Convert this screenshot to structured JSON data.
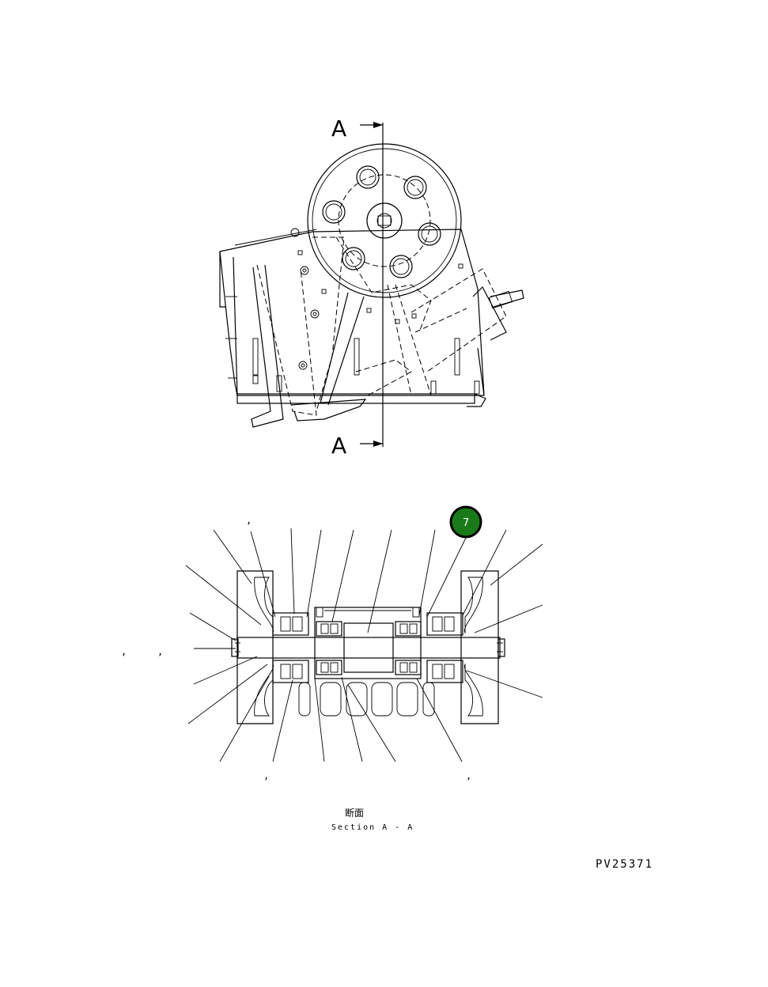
{
  "section_marks": {
    "top": "A",
    "bottom": "A"
  },
  "callout": {
    "label": "7",
    "fill": "#1a7a1a",
    "ring": "#000000"
  },
  "tick_marks": [
    ",",
    ",",
    ",",
    ",",
    ","
  ],
  "caption": {
    "japanese": "断面",
    "english": "Section A - A"
  },
  "drawing_code": "PV25371"
}
